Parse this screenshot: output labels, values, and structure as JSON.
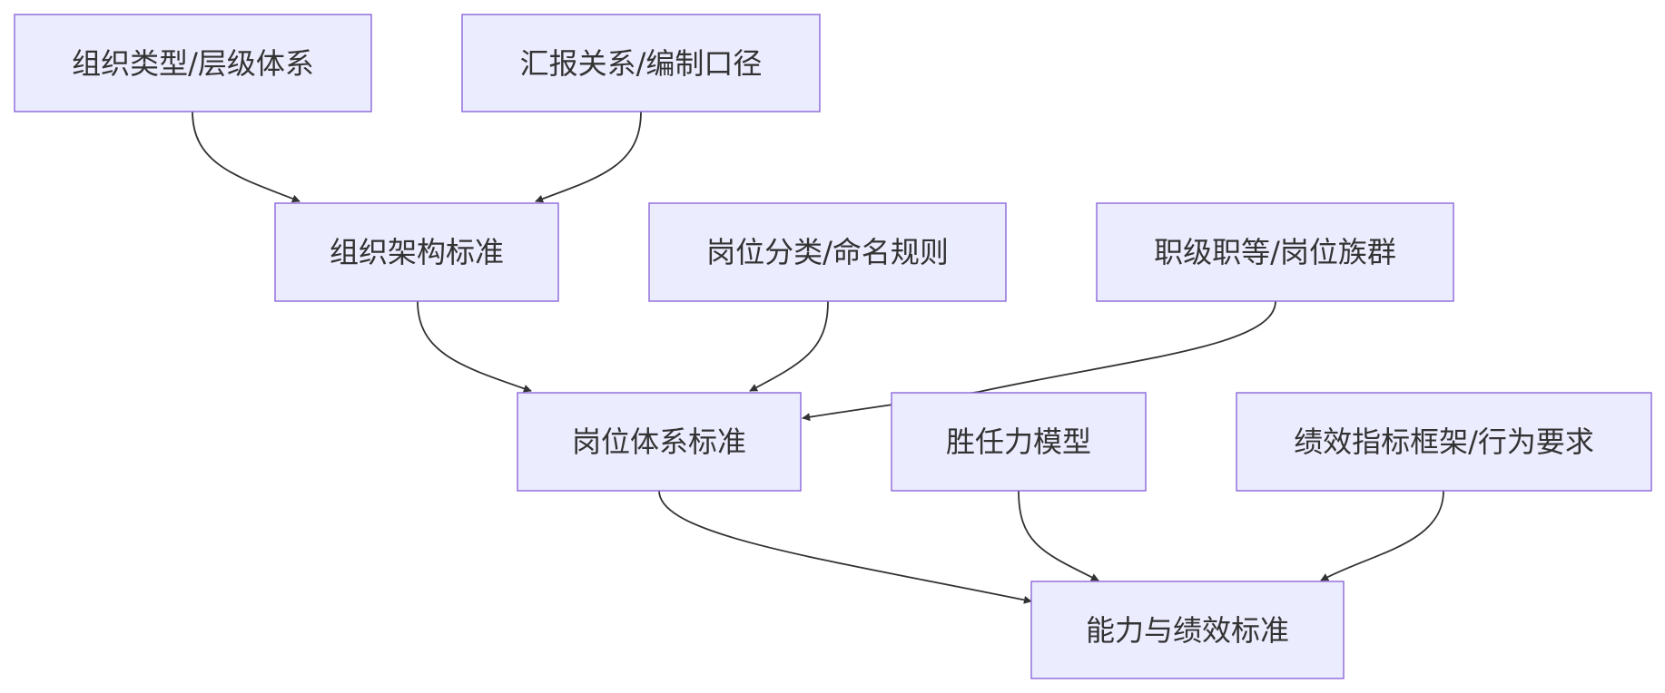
{
  "diagram": {
    "type": "flowchart",
    "colors": {
      "node_fill": "#ECECFF",
      "node_border": "#9370DB",
      "text": "#333333",
      "edge": "#333333"
    },
    "nodes": [
      {
        "id": "org-type",
        "label": "组织类型/层级体系"
      },
      {
        "id": "report-line",
        "label": "汇报关系/编制口径"
      },
      {
        "id": "org-standard",
        "label": "组织架构标准"
      },
      {
        "id": "job-class",
        "label": "岗位分类/命名规则"
      },
      {
        "id": "job-grade",
        "label": "职级职等/岗位族群"
      },
      {
        "id": "position-standard",
        "label": "岗位体系标准"
      },
      {
        "id": "competency",
        "label": "胜任力模型"
      },
      {
        "id": "kpi-framework",
        "label": "绩效指标框架/行为要求"
      },
      {
        "id": "capability-standard",
        "label": "能力与绩效标准"
      }
    ],
    "edges": [
      {
        "from": "org-type",
        "to": "org-standard"
      },
      {
        "from": "report-line",
        "to": "org-standard"
      },
      {
        "from": "org-standard",
        "to": "position-standard"
      },
      {
        "from": "job-class",
        "to": "position-standard"
      },
      {
        "from": "job-grade",
        "to": "position-standard"
      },
      {
        "from": "position-standard",
        "to": "capability-standard"
      },
      {
        "from": "competency",
        "to": "capability-standard"
      },
      {
        "from": "kpi-framework",
        "to": "capability-standard"
      }
    ]
  }
}
